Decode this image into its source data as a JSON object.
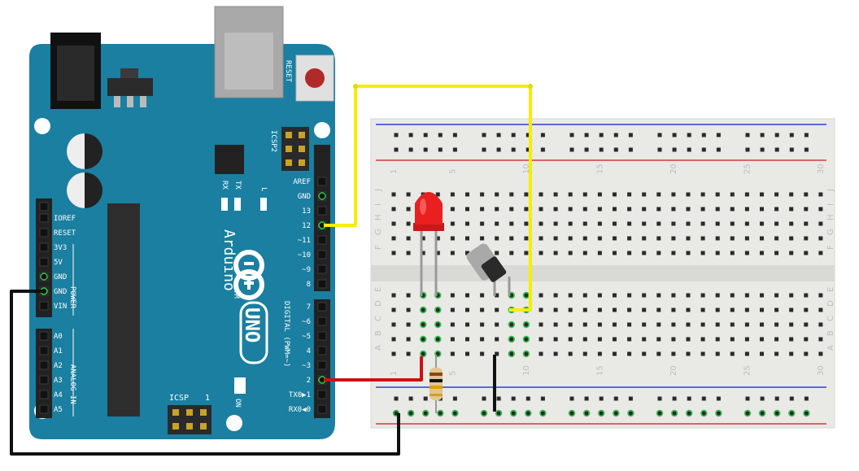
{
  "colors": {
    "board": "#1a7fa0",
    "board_dark": "#146b88",
    "breadboard": "#e9e9e6",
    "rail_blue": "#2b3fdd",
    "rail_red": "#d23b3b",
    "wire_yellow": "#f5ee00",
    "wire_red": "#cc1111",
    "wire_black": "#111111",
    "led": "#e82020",
    "hole_active": "#33c24a"
  },
  "arduino": {
    "reset_label": "RESET",
    "icsp2_label": "ICSP2",
    "tx_label": "TX",
    "rx_label": "RX",
    "l_label": "L",
    "brand": "Arduino",
    "tm": "TM",
    "model": "UNO",
    "digital_label": "DIGITAL (PWM=~)",
    "power_label": "POWER",
    "analog_label": "ANALOG IN",
    "icsp_label": "ICSP",
    "icsp_pin1": "1",
    "on_label": "ON",
    "digital_pins": [
      "AREF",
      "GND",
      "13",
      "12",
      "~11",
      "~10",
      "~9",
      "8",
      "7",
      "~6",
      "~5",
      "4",
      "~3",
      "2",
      "TX0▶1",
      "RX0◀0"
    ],
    "power_pins": [
      "IOREF",
      "RESET",
      "3V3",
      "5V",
      "GND",
      "GND",
      "VIN"
    ],
    "analog_pins": [
      "A0",
      "A1",
      "A2",
      "A3",
      "A4",
      "A5"
    ]
  },
  "breadboard": {
    "col_numbers": [
      "1",
      "5",
      "10",
      "15",
      "20",
      "25",
      "30"
    ],
    "row_letters_top": [
      "J",
      "I",
      "H",
      "G",
      "F"
    ],
    "row_letters_bottom": [
      "E",
      "D",
      "C",
      "B",
      "A"
    ]
  },
  "components": {
    "led": "led-red",
    "resistor": "resistor",
    "sensor": "tilt-sensor"
  }
}
